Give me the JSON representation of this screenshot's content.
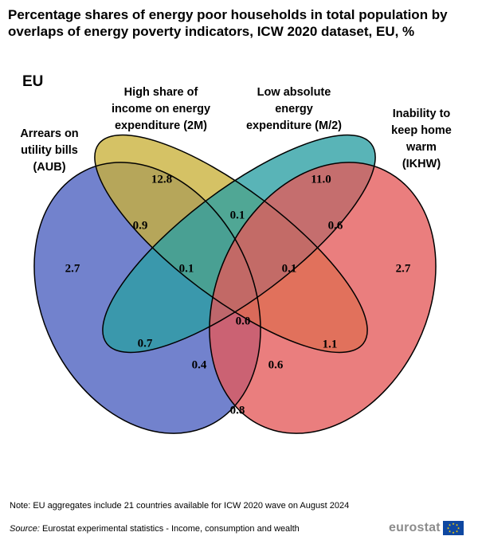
{
  "title": "Percentage shares of energy poor households in total population by overlaps of energy poverty indicators, ICW 2020 dataset, EU, %",
  "region": "EU",
  "note": "Note: EU aggregates include 21 countries available for ICW 2020 wave on August 2024",
  "source_label": "Source:",
  "source_text": " Eurostat experimental statistics - Income, consumption and wealth",
  "logo_text": "eurostat",
  "colors": {
    "AUB": "#4a5fbf",
    "2M": "#c9b13a",
    "M2": "#2a9fa3",
    "IKHW": "#e45a5a"
  },
  "chart_data": {
    "type": "venn",
    "title": "Percentage shares of energy poor households in total population by overlaps of energy poverty indicators, ICW 2020 dataset, EU, %",
    "sets": [
      {
        "id": "AUB",
        "label_lines": [
          "Arrears on",
          "utility bills",
          "(AUB)"
        ]
      },
      {
        "id": "2M",
        "label_lines": [
          "High share of",
          "income on energy",
          "expenditure (2M)"
        ]
      },
      {
        "id": "M2",
        "label_lines": [
          "Low absolute",
          "energy",
          "expenditure (M/2)"
        ]
      },
      {
        "id": "IKHW",
        "label_lines": [
          "Inability to",
          "keep home",
          "warm",
          "(IKHW)"
        ]
      }
    ],
    "regions": [
      {
        "sets": [
          "AUB"
        ],
        "label": "2.7"
      },
      {
        "sets": [
          "2M"
        ],
        "label": "12.8"
      },
      {
        "sets": [
          "M2"
        ],
        "label": "11.0"
      },
      {
        "sets": [
          "IKHW"
        ],
        "label": "2.7"
      },
      {
        "sets": [
          "AUB",
          "2M"
        ],
        "label": "0.9"
      },
      {
        "sets": [
          "2M",
          "M2"
        ],
        "label": "0.1"
      },
      {
        "sets": [
          "M2",
          "IKHW"
        ],
        "label": "0.6"
      },
      {
        "sets": [
          "AUB",
          "2M",
          "M2"
        ],
        "label": "0.1"
      },
      {
        "sets": [
          "2M",
          "M2",
          "IKHW"
        ],
        "label": "0.1"
      },
      {
        "sets": [
          "AUB",
          "M2"
        ],
        "label": "0.7"
      },
      {
        "sets": [
          "AUB",
          "2M",
          "M2",
          "IKHW"
        ],
        "label": "0.0"
      },
      {
        "sets": [
          "2M",
          "IKHW"
        ],
        "label": "1.1"
      },
      {
        "sets": [
          "AUB",
          "M2",
          "IKHW"
        ],
        "label": "0.4"
      },
      {
        "sets": [
          "AUB",
          "2M",
          "IKHW"
        ],
        "label": "0.6"
      },
      {
        "sets": [
          "AUB",
          "IKHW"
        ],
        "label": "0.8"
      }
    ]
  }
}
